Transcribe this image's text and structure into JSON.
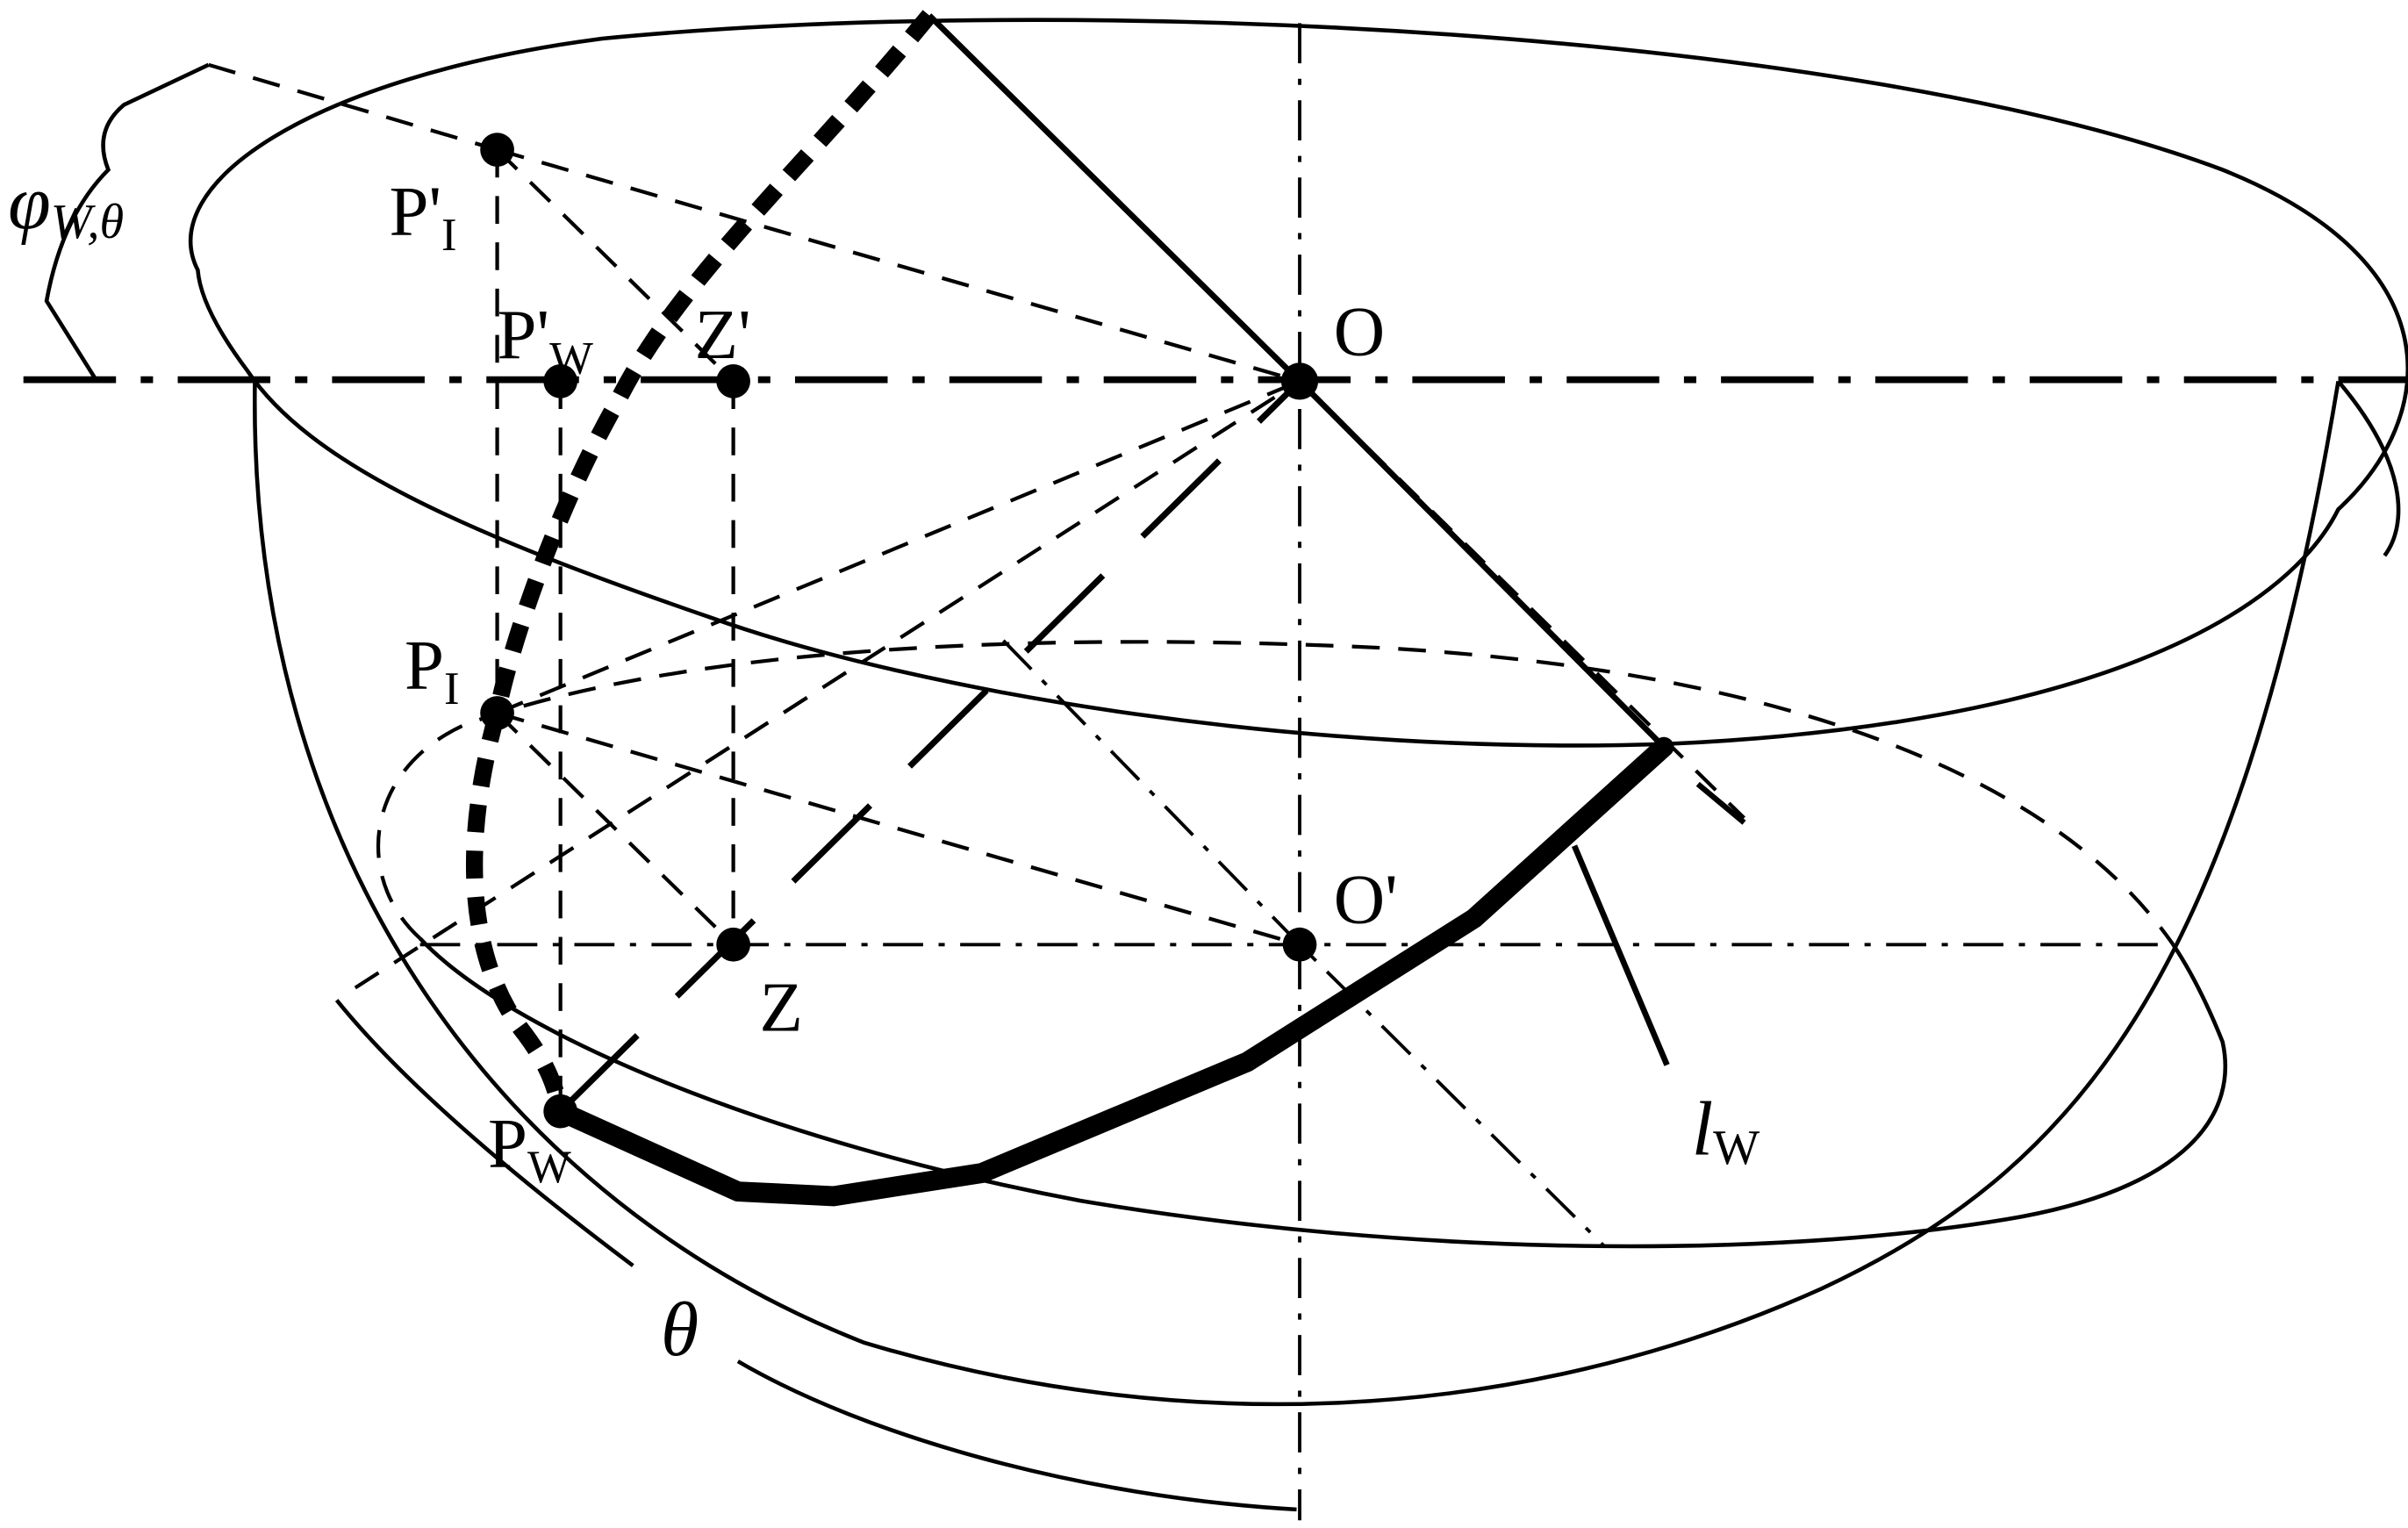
{
  "labels": {
    "phi_symbol": "φ",
    "phi_sub": "W,θ",
    "p_i_prime": "P'",
    "p_i_prime_sub": "I",
    "p_w_prime": "P'",
    "p_w_prime_sub": "W",
    "z_prime": "Z'",
    "o": "O",
    "p_i": "P",
    "p_i_sub": "I",
    "o_prime": "O'",
    "z": "Z",
    "p_w": "P",
    "p_w_sub": "W",
    "l_symbol": "l",
    "l_sub": "W",
    "theta": "θ"
  }
}
